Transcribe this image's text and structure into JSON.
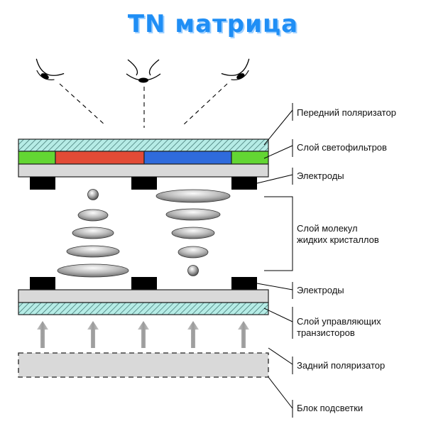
{
  "title": "TN  матрица",
  "colors": {
    "title": "#1f8ef5",
    "title_shadow": "#9fd0ff",
    "red_filter": "#e24b36",
    "green_filter": "#63d633",
    "blue_filter": "#2f6bdc",
    "polarizer": "#b6ece6",
    "substrate": "#d9d9d9",
    "electrode": "#000000",
    "arrow": "#a8a8a8"
  },
  "labels": {
    "front_polarizer": "Передний поляризатор",
    "color_filter_layer": "Слой светофильтров",
    "electrodes_top": "Электроды",
    "lc_layer_line1": "Слой молекул",
    "lc_layer_line2": "жидких кристаллов",
    "electrodes_bottom": "Электроды",
    "transistor_layer_line1": "Слой управляющих",
    "transistor_layer_line2": "транзисторов",
    "rear_polarizer": "Задний поляризатор",
    "backlight": "Блок подсветки"
  },
  "icons": {
    "viewer_eyes": [
      "eye-icon",
      "eye-icon",
      "eye-icon"
    ],
    "light_arrows": [
      "up-arrow-icon",
      "up-arrow-icon",
      "up-arrow-icon",
      "up-arrow-icon",
      "up-arrow-icon"
    ]
  }
}
